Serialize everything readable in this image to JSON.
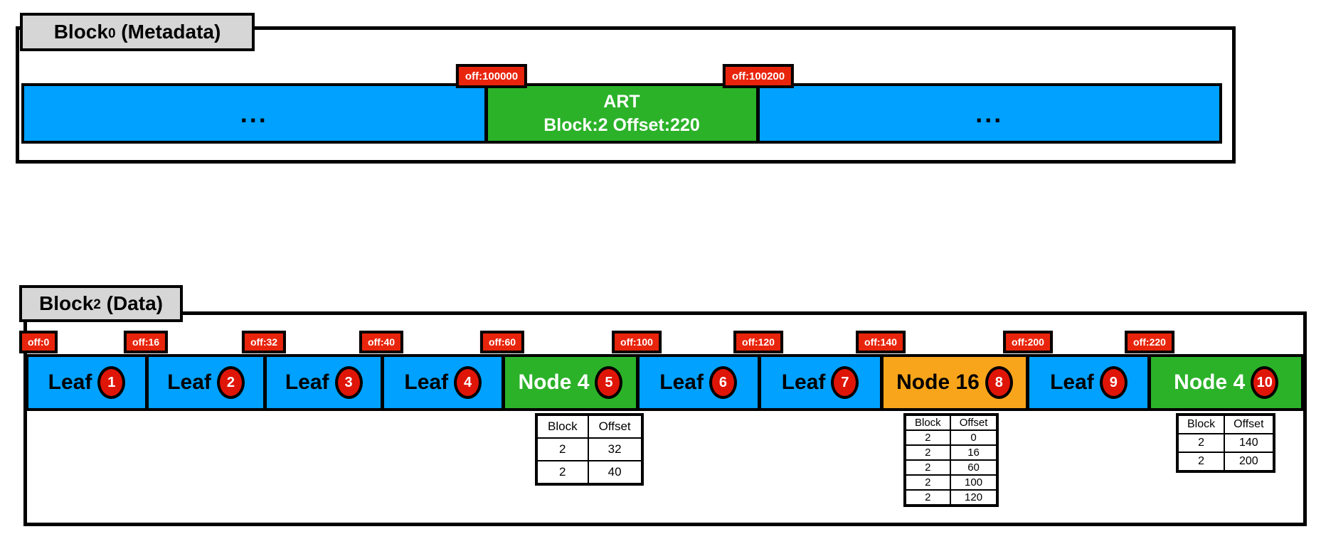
{
  "colors": {
    "blue": "#00A1FF",
    "green": "#2BB229",
    "orange": "#F8A51B",
    "red": "#E8250C",
    "circle": "#DF1508",
    "gray": "#D6D6D6"
  },
  "block0": {
    "title": {
      "text": "Block",
      "sub": "0",
      "suffix": " (Metadata)"
    },
    "left_fill": "...",
    "right_fill": "...",
    "art": {
      "title": "ART",
      "pointer": "Block:2 Offset:220"
    },
    "offsets": [
      {
        "text": "off:100000"
      },
      {
        "text": "off:100200"
      }
    ]
  },
  "block2": {
    "title": {
      "text": "Block",
      "sub": "2",
      "suffix": " (Data)"
    },
    "offsets": [
      {
        "text": "off:0"
      },
      {
        "text": "off:16"
      },
      {
        "text": "off:32"
      },
      {
        "text": "off:40"
      },
      {
        "text": "off:60"
      },
      {
        "text": "off:100"
      },
      {
        "text": "off:120"
      },
      {
        "text": "off:140"
      },
      {
        "text": "off:200"
      },
      {
        "text": "off:220"
      }
    ],
    "segments": [
      {
        "label": "Leaf",
        "badge": "1",
        "type": "leaf"
      },
      {
        "label": "Leaf",
        "badge": "2",
        "type": "leaf"
      },
      {
        "label": "Leaf",
        "badge": "3",
        "type": "leaf"
      },
      {
        "label": "Leaf",
        "badge": "4",
        "type": "leaf"
      },
      {
        "label": "Node 4",
        "badge": "5",
        "type": "node4"
      },
      {
        "label": "Leaf",
        "badge": "6",
        "type": "leaf"
      },
      {
        "label": "Leaf",
        "badge": "7",
        "type": "leaf"
      },
      {
        "label": "Node 16",
        "badge": "8",
        "type": "node16"
      },
      {
        "label": "Leaf",
        "badge": "9",
        "type": "leaf"
      },
      {
        "label": "Node 4",
        "badge": "10",
        "type": "node4"
      }
    ],
    "tables": [
      {
        "attached_to_badge": "5",
        "headers": [
          "Block",
          "Offset"
        ],
        "rows": [
          [
            "2",
            "32"
          ],
          [
            "2",
            "40"
          ]
        ]
      },
      {
        "attached_to_badge": "8",
        "headers": [
          "Block",
          "Offset"
        ],
        "rows": [
          [
            "2",
            "0"
          ],
          [
            "2",
            "16"
          ],
          [
            "2",
            "60"
          ],
          [
            "2",
            "100"
          ],
          [
            "2",
            "120"
          ]
        ]
      },
      {
        "attached_to_badge": "10",
        "headers": [
          "Block",
          "Offset"
        ],
        "rows": [
          [
            "2",
            "140"
          ],
          [
            "2",
            "200"
          ]
        ]
      }
    ]
  }
}
